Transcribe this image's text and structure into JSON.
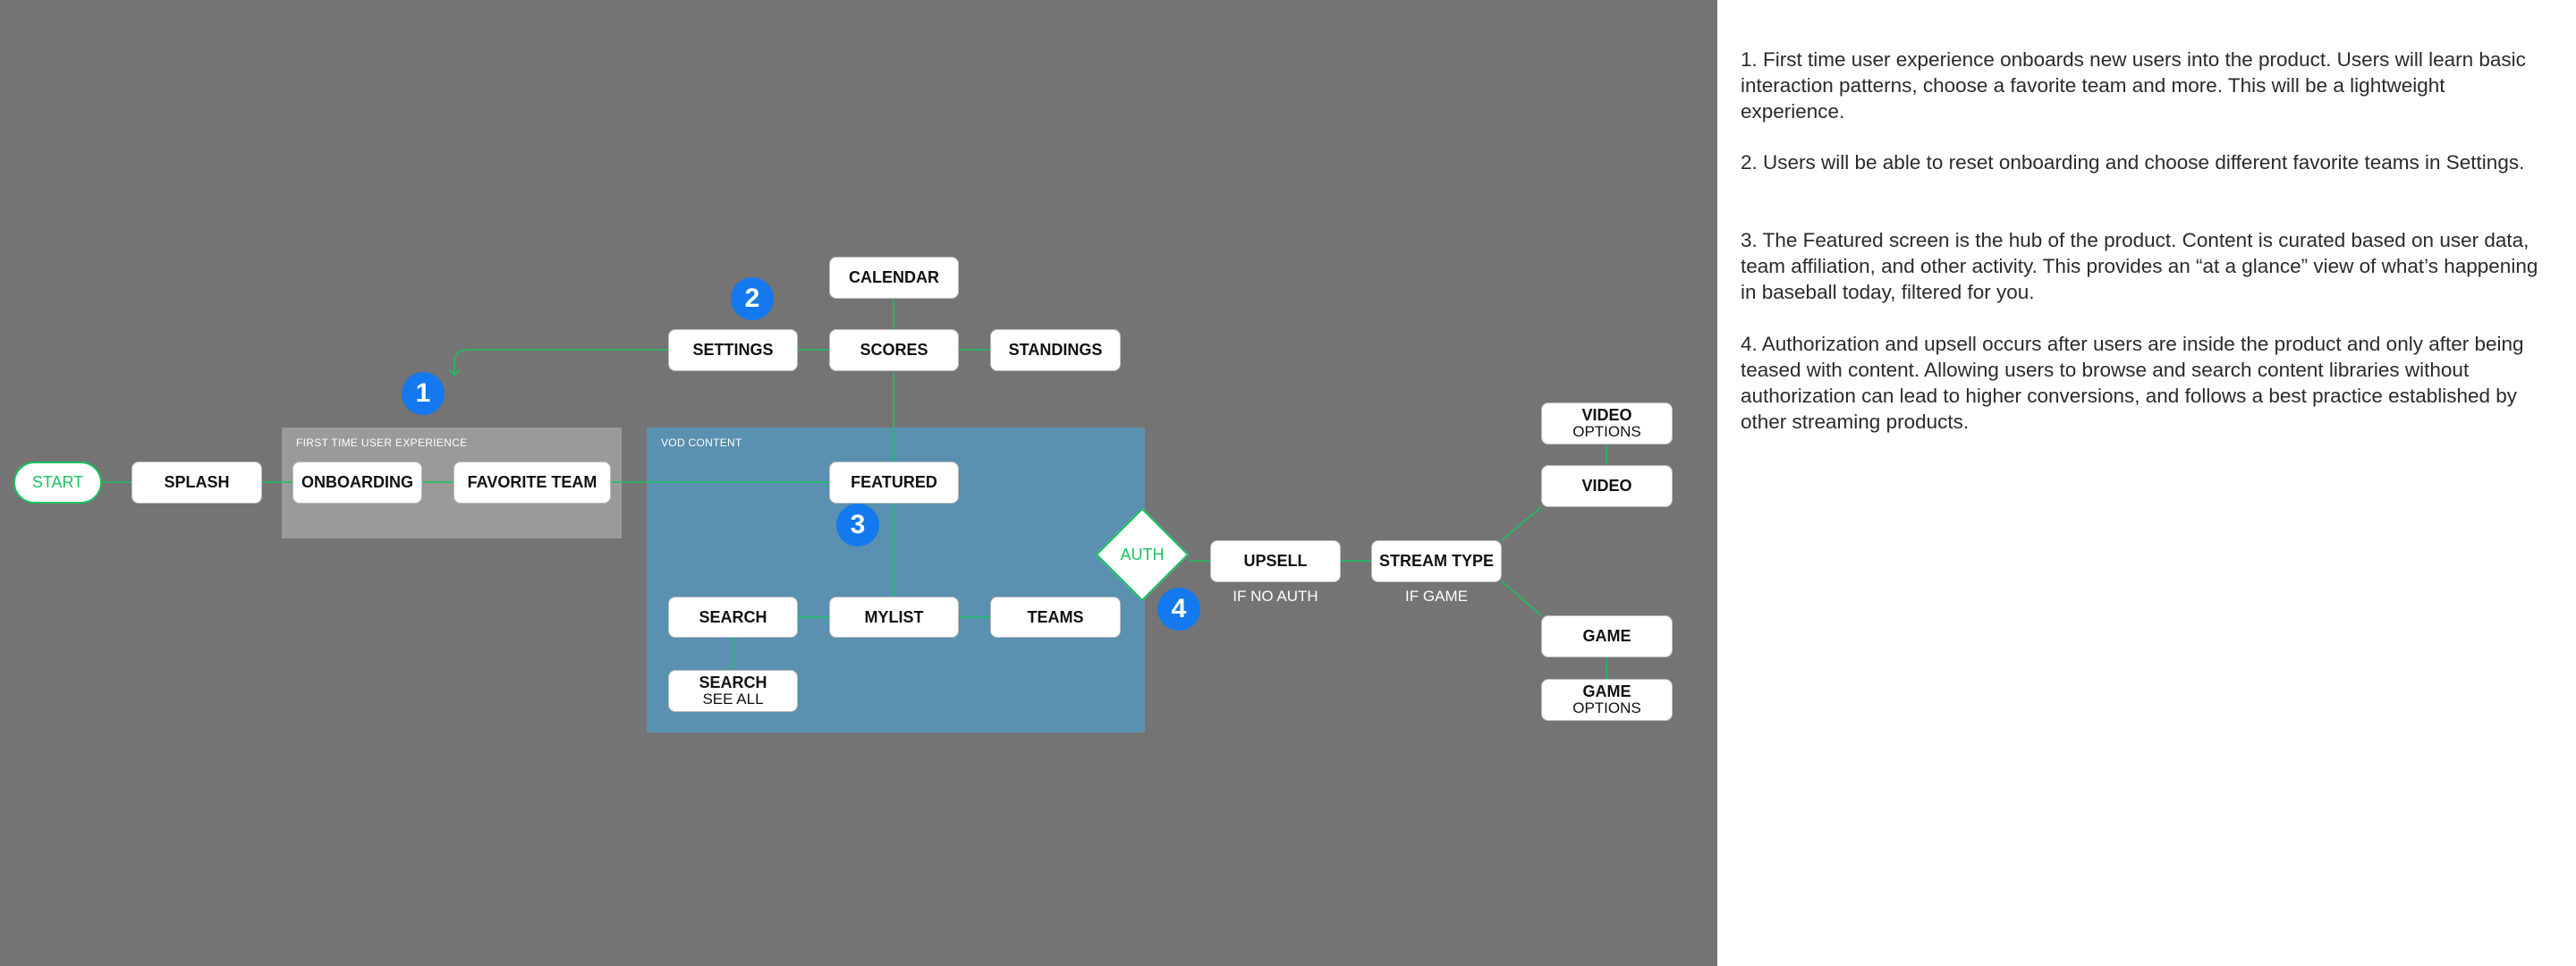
{
  "diagram": {
    "regions": {
      "ftue": "FIRST TIME USER EXPERIENCE",
      "vod": "VOD CONTENT"
    },
    "nodes": {
      "start": "START",
      "splash": "SPLASH",
      "onboarding": "ONBOARDING",
      "favorite_team": "FAVORITE TEAM",
      "settings": "SETTINGS",
      "calendar": "CALENDAR",
      "scores": "SCORES",
      "standings": "STANDINGS",
      "featured": "FEATURED",
      "search": "SEARCH",
      "mylist": "MYLIST",
      "teams": "TEAMS",
      "search_see_all": {
        "line1": "SEARCH",
        "line2": "SEE ALL"
      },
      "auth": "AUTH",
      "upsell": "UPSELL",
      "stream_type": "STREAM TYPE",
      "video_options": {
        "line1": "VIDEO",
        "line2": "OPTIONS"
      },
      "video": "VIDEO",
      "game": "GAME",
      "game_options": {
        "line1": "GAME",
        "line2": "OPTIONS"
      }
    },
    "captions": {
      "if_no_auth": "IF NO AUTH",
      "if_game": "IF GAME"
    },
    "badges": [
      "1",
      "2",
      "3",
      "4"
    ],
    "colors": {
      "background": "#747474",
      "ftue_region": "#9a9a9a",
      "vod_region": "#5a90b0",
      "connector": "#19c25f",
      "badge": "#1479ee"
    }
  },
  "notes": [
    "1. First time user experience onboards new users into the product.  Users will learn basic interaction patterns, choose a favorite team and more.  This will be a lightweight experience.",
    "2. Users will be able to reset onboarding and choose different favorite teams in  Settings.",
    "3.  The Featured screen is the hub of the product.  Content is curated based on user data,  team affiliation, and other activity.  This provides an “at a glance” view of what’s happening in baseball today, filtered for you.",
    "4.  Authorization and upsell occurs after users are inside the product and only after being teased with content.  Allowing users to browse and search content libraries without authorization can lead to higher conversions, and follows a best practice established by other streaming products."
  ]
}
